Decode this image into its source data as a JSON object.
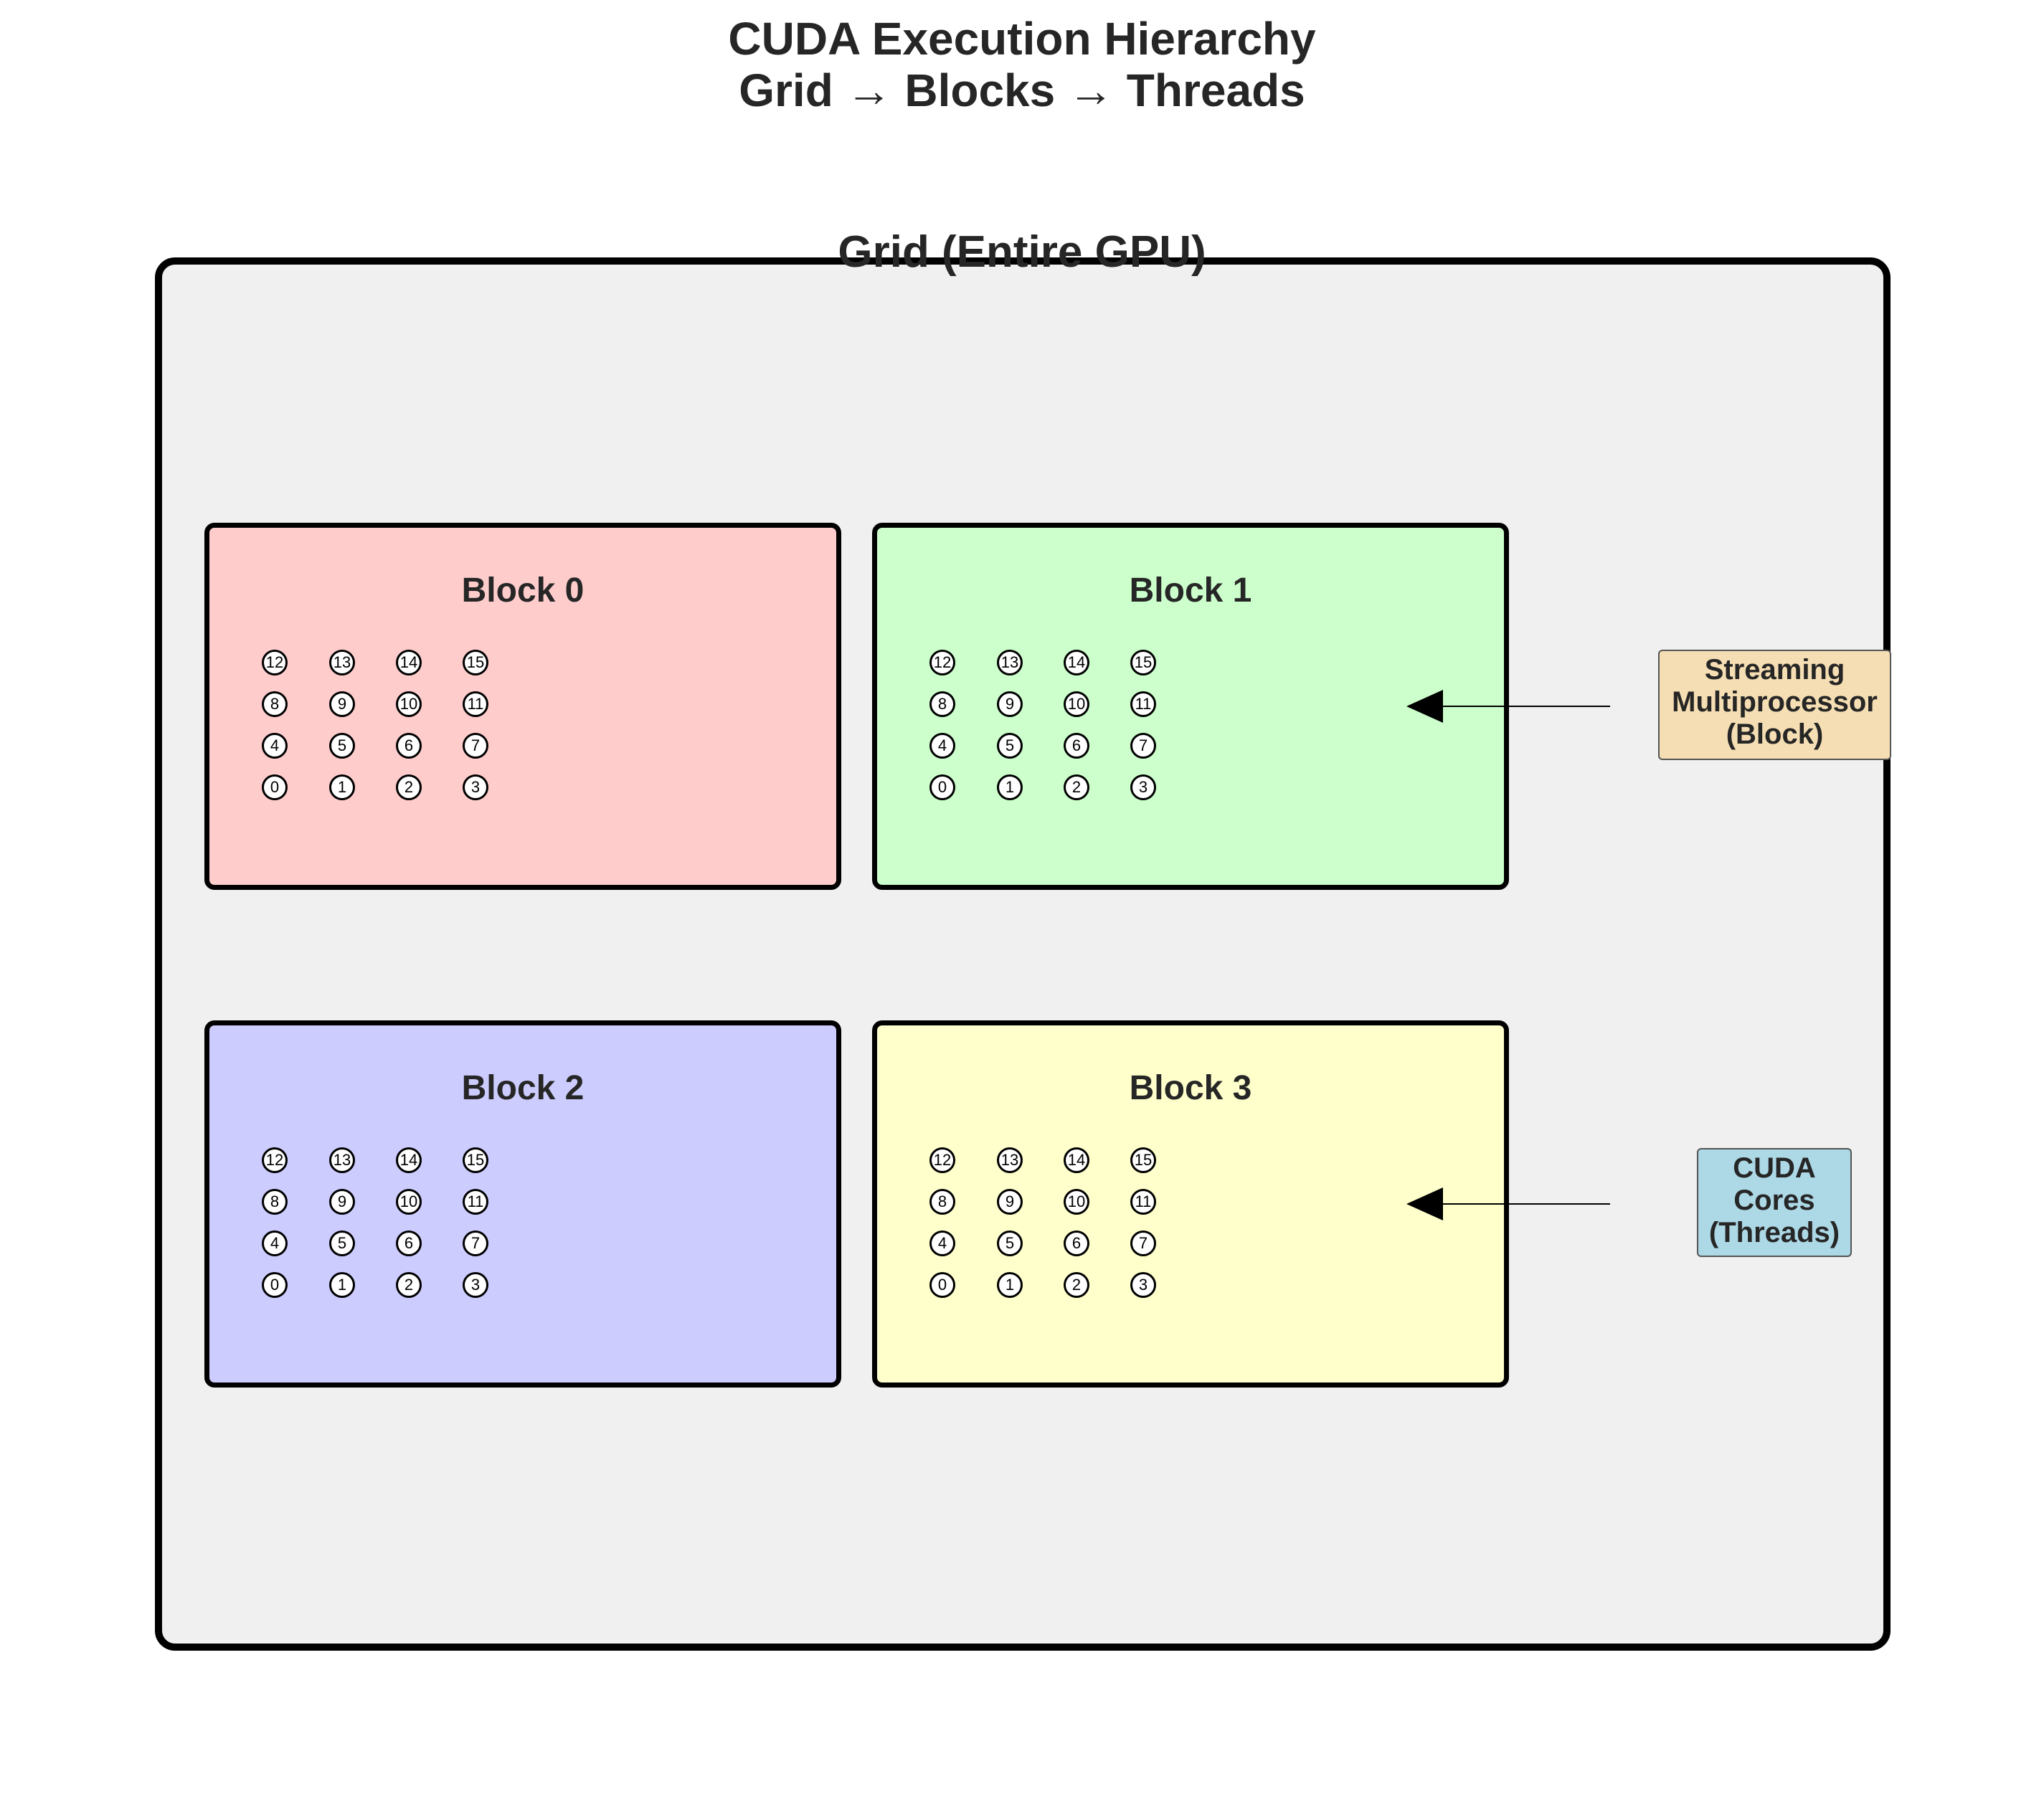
{
  "title": {
    "line1": "CUDA Execution Hierarchy",
    "line2": "Grid → Blocks → Threads"
  },
  "grid": {
    "label": "Grid (Entire GPU)"
  },
  "blocks": [
    {
      "label": "Block 0",
      "color": "#ffcccc"
    },
    {
      "label": "Block 1",
      "color": "#ccffcc"
    },
    {
      "label": "Block 2",
      "color": "#ccccff"
    },
    {
      "label": "Block 3",
      "color": "#ffffcc"
    }
  ],
  "thread_rows": [
    [
      "12",
      "13",
      "14",
      "15"
    ],
    [
      "8",
      "9",
      "10",
      "11"
    ],
    [
      "4",
      "5",
      "6",
      "7"
    ],
    [
      "0",
      "1",
      "2",
      "3"
    ]
  ],
  "annotations": {
    "sm": {
      "lines": [
        "Streaming",
        "Multiprocessor",
        "(Block)"
      ],
      "color": "#f5deb3"
    },
    "cores": {
      "lines": [
        "CUDA",
        "Cores",
        "(Threads)"
      ],
      "color": "#add8e6"
    }
  }
}
